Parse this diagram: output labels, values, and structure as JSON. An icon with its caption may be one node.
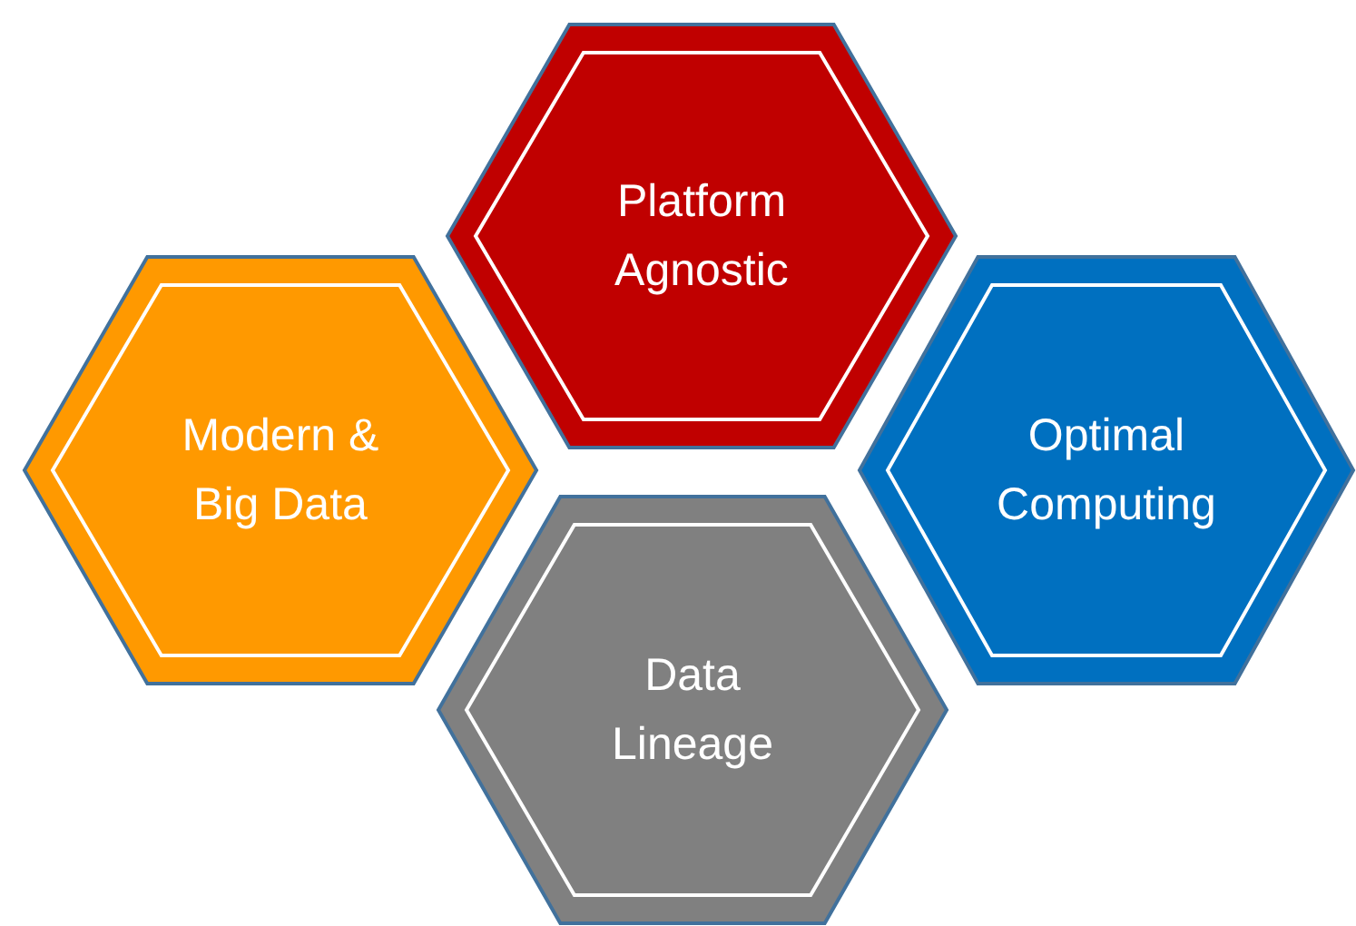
{
  "diagram": {
    "nodes": [
      {
        "text": [
          "Platform Agnostic"
        ]
      },
      {
        "text": [
          "Modern & Big Data"
        ]
      },
      {
        "text": [
          "Optimal Computing"
        ]
      },
      {
        "text": [
          "Data Lineage"
        ]
      }
    ]
  }
}
